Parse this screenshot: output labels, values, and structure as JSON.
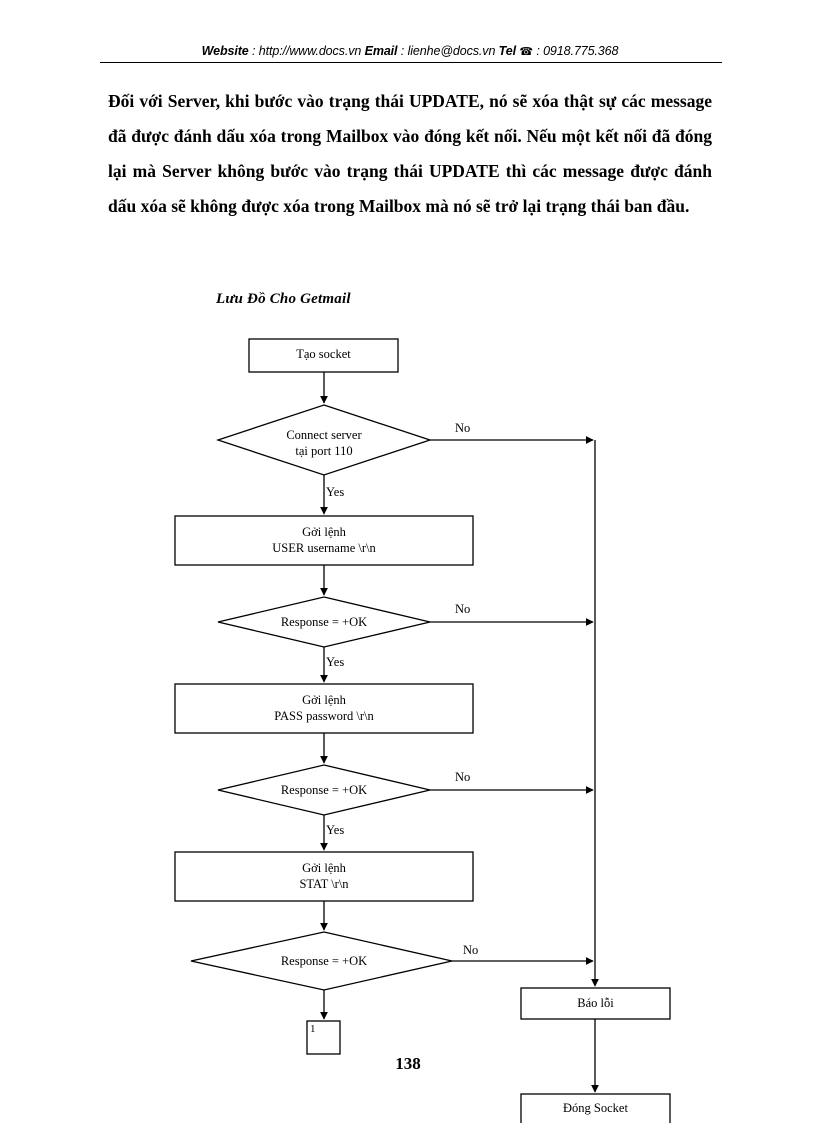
{
  "header": {
    "website_label": "Website",
    "website_sep": " : ",
    "website_value": "http://www.docs.vn",
    "email_label": "Email",
    "email_sep": "  : ",
    "email_value": "lienhe@docs.vn",
    "tel_label": "Tel",
    "tel_icon": "☎",
    "tel_sep": " : ",
    "tel_value": "0918.775.368"
  },
  "paragraph": {
    "text": "Đối với Server, khi bước vào trạng thái UPDATE, nó sẽ xóa thật sự các message đã được đánh dấu xóa trong Mailbox vào đóng kết nối. Nếu một kết nối đã đóng lại mà Server không bước vào trạng thái UPDATE thì các message được đánh dấu xóa sẽ không được xóa trong Mailbox mà nó sẽ trở lại trạng thái ban đầu."
  },
  "chart": {
    "title": "Lưu Đồ Cho Getmail",
    "nodes": {
      "create_socket": "Tạo socket",
      "connect_server": "Connect server\ntại port 110",
      "send_user": "Gởi lệnh\nUSER username \\r\\n",
      "resp_ok_1": "Response = +OK",
      "send_pass": "Gởi lệnh\nPASS password \\r\\n",
      "resp_ok_2": "Response = +OK",
      "send_stat": "Gởi lệnh\nSTAT \\r\\n",
      "resp_ok_3": "Response = +OK",
      "connector_1": "1",
      "report_error": "Báo lỗi",
      "close_socket": "Đóng Socket"
    },
    "edges": {
      "no_1": "No",
      "yes_1": "Yes",
      "no_2": "No",
      "yes_2": "Yes",
      "no_3": "No",
      "yes_3": "Yes",
      "no_4": "No"
    },
    "colors": {
      "stroke": "#000000",
      "fill": "#ffffff"
    }
  },
  "footer": {
    "page_number": "138"
  }
}
